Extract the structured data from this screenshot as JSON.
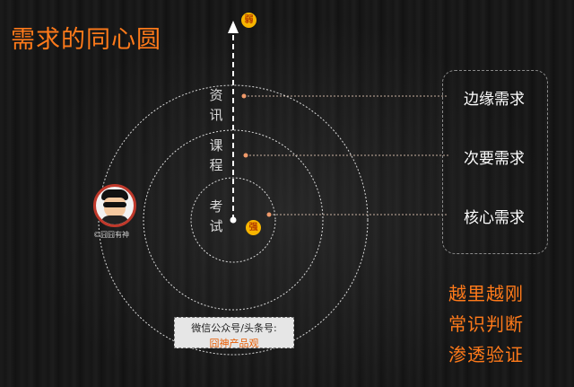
{
  "title": "需求的同心圆",
  "axis": {
    "top_badge": "弱",
    "bottom_badge": "强"
  },
  "rings": [
    {
      "id": "outer",
      "label": "资讯",
      "need": "边缘需求"
    },
    {
      "id": "middle",
      "label": "课程",
      "need": "次要需求"
    },
    {
      "id": "inner",
      "label": "考试",
      "need": "核心需求"
    }
  ],
  "summary": [
    "越里越刚",
    "常识判断",
    "渗透验证"
  ],
  "avatar_caption": "©囧囧有神",
  "wechat": {
    "line1": "微信公众号/头条号:",
    "line2": "囧神产品观"
  },
  "colors": {
    "accent": "#ff7a1a",
    "badge": "#f7b500",
    "ring": "#d9d9d9"
  }
}
